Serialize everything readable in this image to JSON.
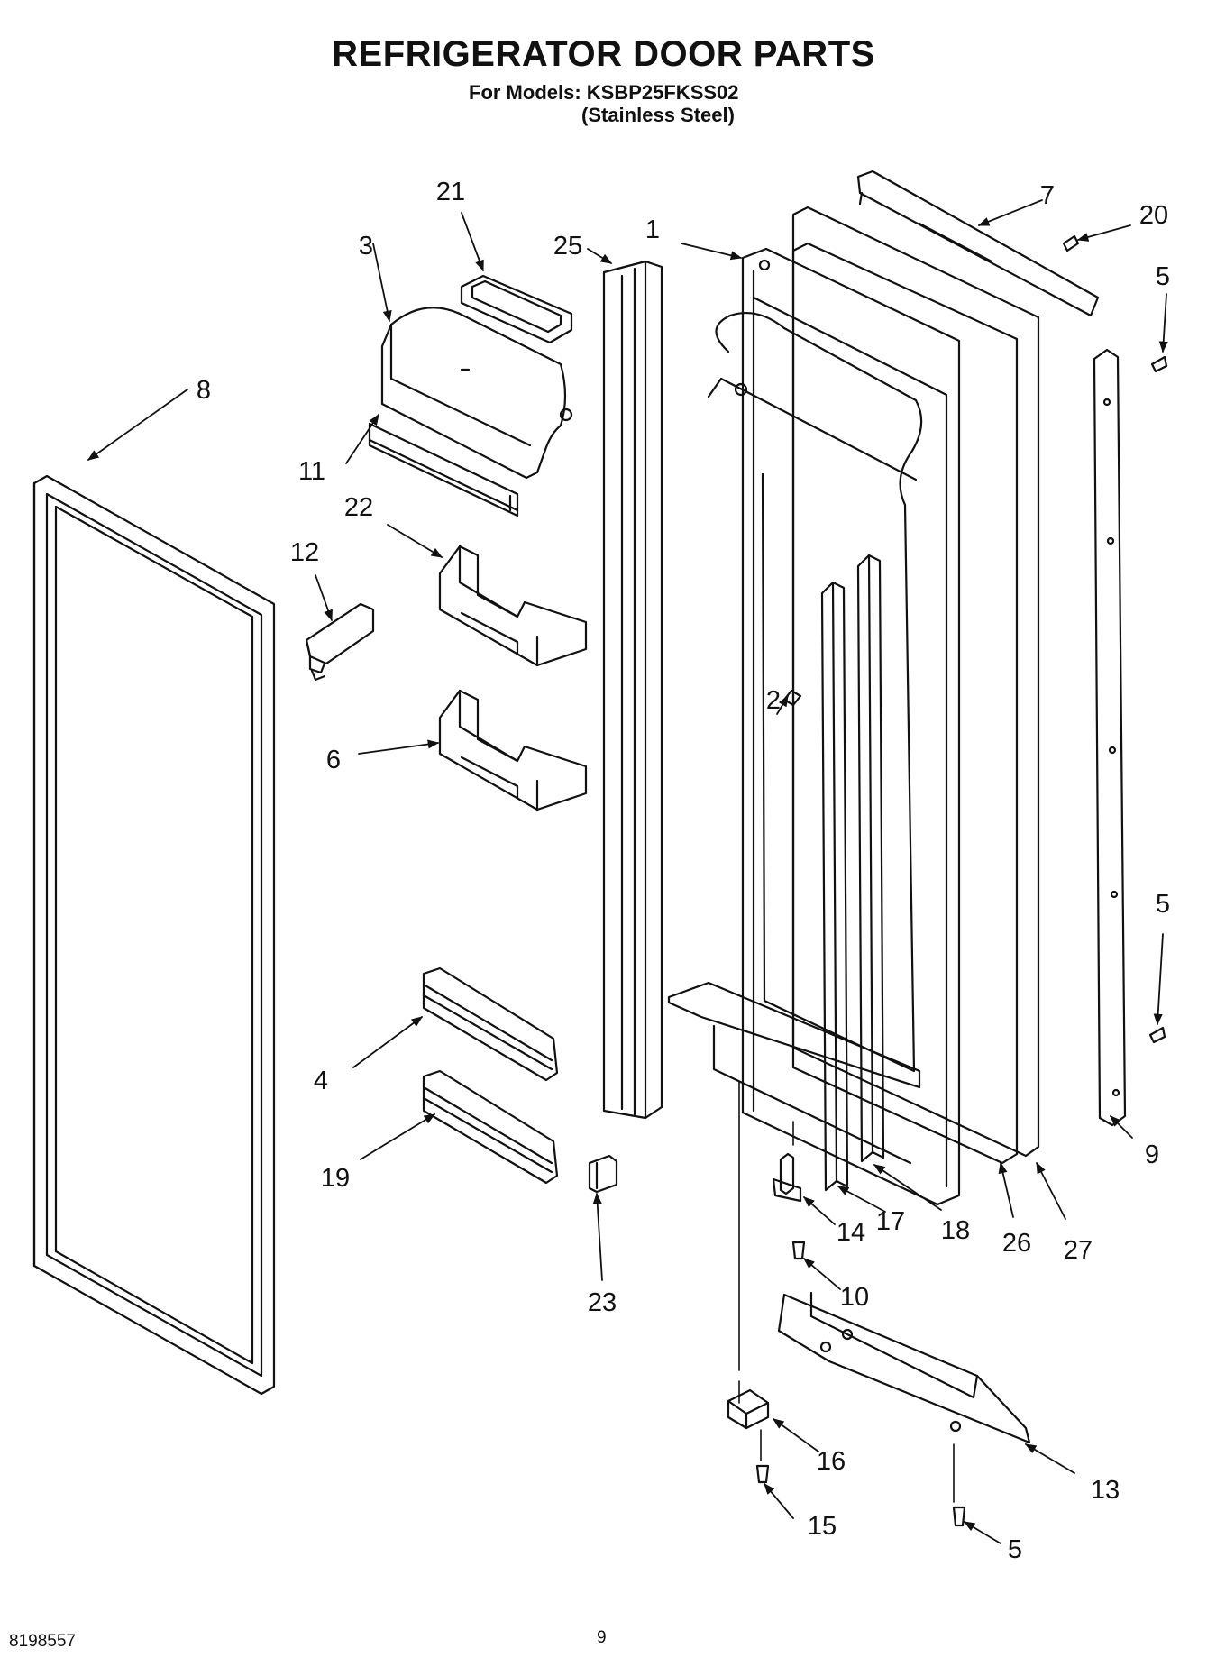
{
  "header": {
    "title": "REFRIGERATOR DOOR PARTS",
    "models_line": "For Models: KSBP25FKSS02",
    "finish_line": "(Stainless Steel)"
  },
  "callouts": [
    "8",
    "21",
    "3",
    "25",
    "1",
    "7",
    "20",
    "5",
    "11",
    "22",
    "12",
    "6",
    "2",
    "5",
    "4",
    "19",
    "23",
    "14",
    "17",
    "18",
    "26",
    "27",
    "9",
    "10",
    "16",
    "13",
    "15",
    "5"
  ],
  "footer": {
    "part_number": "8198557",
    "page_number": "9"
  }
}
